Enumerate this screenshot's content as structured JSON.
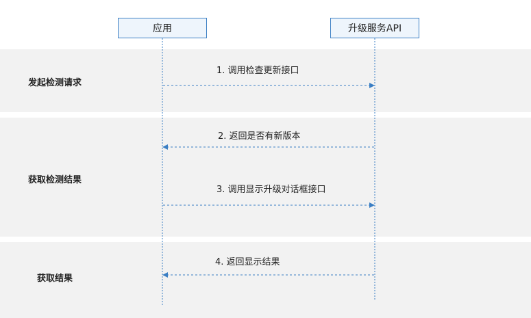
{
  "actors": {
    "app": "应用",
    "api": "升级服务API"
  },
  "phases": [
    {
      "label": "发起检测请求"
    },
    {
      "label": "获取检测结果"
    },
    {
      "label": "获取结果"
    }
  ],
  "messages": [
    {
      "label": "1. 调用检查更新接口",
      "from": "app",
      "to": "api"
    },
    {
      "label": "2. 返回是否有新版本",
      "from": "api",
      "to": "app"
    },
    {
      "label": "3. 调用显示升级对话框接口",
      "from": "app",
      "to": "api"
    },
    {
      "label": "4. 返回显示结果",
      "from": "api",
      "to": "app"
    }
  ],
  "colors": {
    "line": "#3b7fc4",
    "band": "#f2f2f2",
    "actor_fill": "#eef5fc"
  }
}
